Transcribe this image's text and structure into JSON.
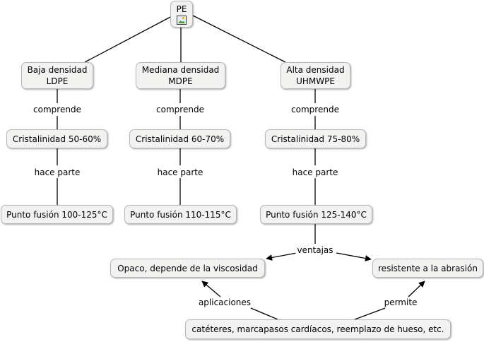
{
  "root": {
    "label": "PE",
    "icon": "image-icon"
  },
  "branches": [
    {
      "type": "Baja densidad",
      "abbr": "LDPE",
      "link1": "comprende",
      "crystallinity": "Cristalinidad 50-60%",
      "link2": "hace parte",
      "melting": "Punto fusión 100-125°C"
    },
    {
      "type": "Mediana densidad",
      "abbr": "MDPE",
      "link1": "comprende",
      "crystallinity": "Cristalinidad 60-70%",
      "link2": "hace parte",
      "melting": "Punto fusión 110-115°C"
    },
    {
      "type": "Alta densidad",
      "abbr": "UHMWPE",
      "link1": "comprende",
      "crystallinity": "Cristalinidad 75-80%",
      "link2": "hace parte",
      "melting": "Punto fusión 125-140°C"
    }
  ],
  "advantages": {
    "link": "ventajas",
    "left": "Opaco, depende de la viscosidad",
    "right": "resistente a la abrasión"
  },
  "applications": {
    "node": "catéteres, marcapasos cardíacos, reemplazo de hueso, etc.",
    "link_left": "aplicaciones",
    "link_right": "permite"
  }
}
